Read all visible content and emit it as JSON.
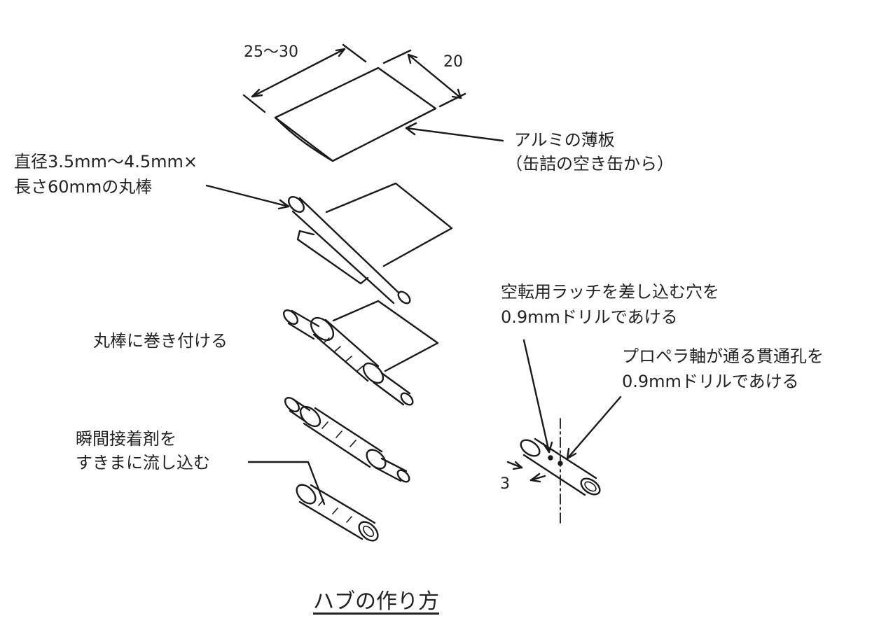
{
  "dimensions": {
    "width": "25～30",
    "depth": "20",
    "offset": "3"
  },
  "labels": {
    "aluminum_line1": "アルミの薄板",
    "aluminum_line2": "（缶詰の空き缶から）",
    "rod_line1": "直径3.5mm～4.5mm×",
    "rod_line2": "長さ60mmの丸棒",
    "wrap": "丸棒に巻き付ける",
    "glue_line1": "瞬間接着剤を",
    "glue_line2": "すきまに流し込む",
    "latch_line1": "空転用ラッチを差し込む穴を",
    "latch_line2": "0.9mmドリルであける",
    "shaft_line1": "プロペラ軸が通る貫通孔を",
    "shaft_line2": "0.9mmドリルであける"
  },
  "title": "ハブの作り方"
}
